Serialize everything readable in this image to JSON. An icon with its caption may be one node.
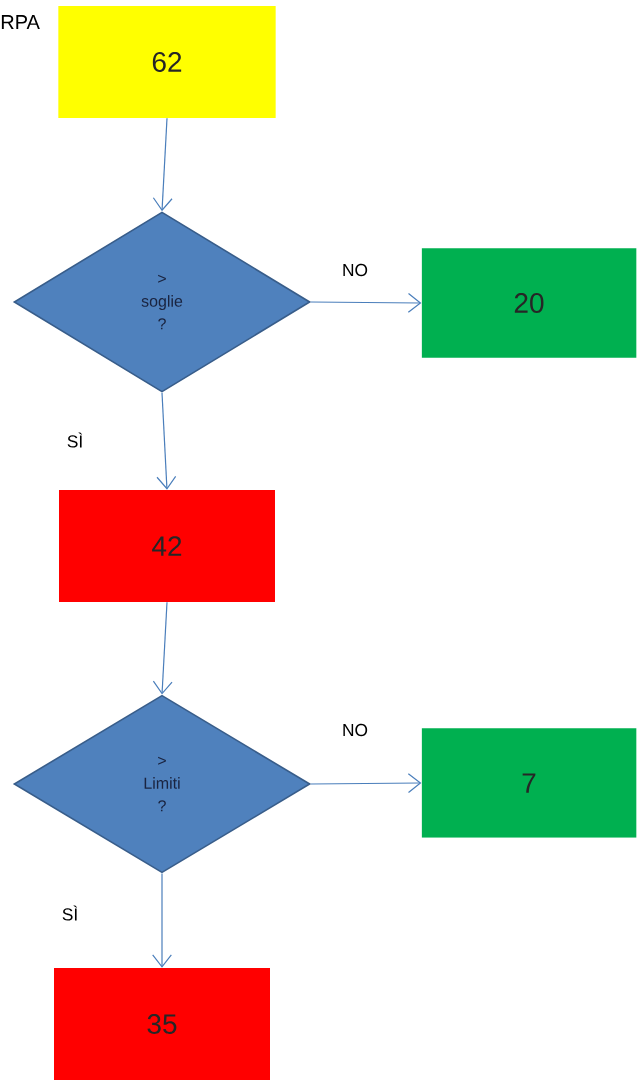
{
  "diagram": {
    "title": "RPA",
    "nodes": [
      {
        "text": [
          "62"
        ]
      },
      {
        "text": [
          "> soglie ?"
        ]
      },
      {
        "text": [
          "20"
        ]
      },
      {
        "text": [
          "42"
        ]
      },
      {
        "text": [
          "> Limiti ?"
        ]
      },
      {
        "text": [
          "7"
        ]
      },
      {
        "text": [
          "35"
        ]
      }
    ],
    "edges": [
      {
        "from": 0,
        "to": 1,
        "arrow": "to"
      },
      {
        "from": 1,
        "to": 2,
        "arrow": "to",
        "label": "NO"
      },
      {
        "from": 1,
        "to": 3,
        "arrow": "to",
        "label": "SÌ"
      },
      {
        "from": 3,
        "to": 4,
        "arrow": "to"
      },
      {
        "from": 4,
        "to": 5,
        "arrow": "to",
        "label": "NO"
      },
      {
        "from": 4,
        "to": 6,
        "arrow": "to",
        "label": "SÌ"
      }
    ]
  }
}
